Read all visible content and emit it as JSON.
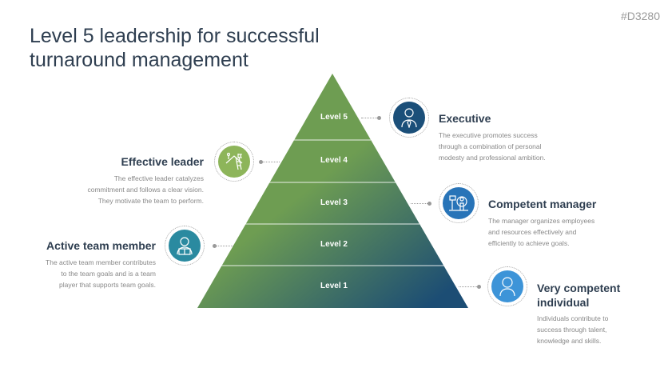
{
  "code": "#D3280",
  "title_lines": [
    "Level 5 leadership for successful",
    "turnaround management"
  ],
  "levels": [
    "Level 5",
    "Level 4",
    "Level 3",
    "Level 2",
    "Level 1"
  ],
  "colors": {
    "executive": "#1b4f79",
    "manager": "#2874b8",
    "leader": "#8db55a",
    "team": "#2a8aa0",
    "individual": "#3d94d8",
    "text": "#2e3e50"
  },
  "items": {
    "executive": {
      "title": "Executive",
      "text": [
        "The executive promotes success",
        "through a combination of personal",
        "modesty and professional ambition."
      ],
      "icon": "businessman-icon"
    },
    "manager": {
      "title": "Competent manager",
      "text": [
        "The manager organizes employees",
        "and resources effectively and",
        "efficiently to achieve goals."
      ],
      "icon": "manager-presentation-icon"
    },
    "leader": {
      "title": "Effective leader",
      "text": [
        "The effective leader catalyzes",
        "commitment and follows a clear vision.",
        "They motivate the team to perform."
      ],
      "icon": "ladder-flag-icon"
    },
    "team": {
      "title": "Active team member",
      "text": [
        "The active team member contributes",
        "to the team goals and is a team",
        "player that supports team goals."
      ],
      "icon": "person-book-icon"
    },
    "individual": {
      "title_lines": [
        "Very competent",
        "individual"
      ],
      "text": [
        "Individuals contribute to",
        "success through talent,",
        "knowledge and skills."
      ],
      "icon": "person-icon"
    }
  }
}
